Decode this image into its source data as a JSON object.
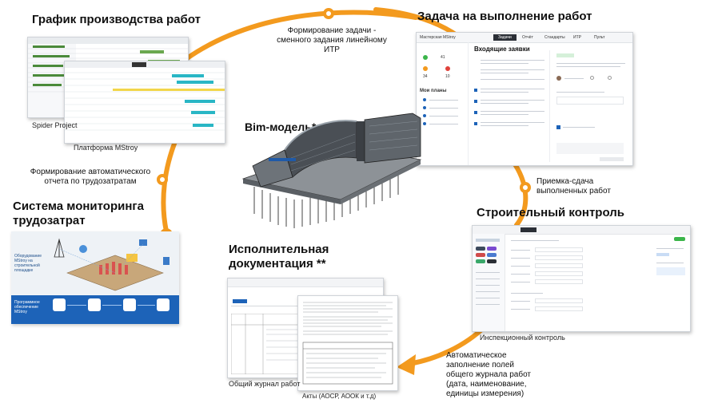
{
  "sections": {
    "schedule": {
      "title": "График производства работ",
      "caption_left": "Spider Project",
      "caption_right": "Платформа MStroy"
    },
    "task": {
      "title": "Задача на выполнение работ",
      "app_name": "Мастерская MStroy",
      "tabs": [
        "Задачи",
        "Отчёт",
        "Стандарты",
        "ИТР",
        "Пульт"
      ],
      "inbox_title": "Входящие заявки",
      "my_plans": "Мои планы",
      "stats": [
        "41",
        "34",
        "10"
      ]
    },
    "bim": {
      "title": "Bim-модель*"
    },
    "monitoring": {
      "title_line1": "Система мониторинга",
      "title_line2": "трудозатрат",
      "banner_line1": "Оборудование",
      "banner_line2": "MStroy на",
      "banner_line3": "строительной",
      "banner_line4": "площадке",
      "bottom_label_line1": "Программное",
      "bottom_label_line2": "обеспечение",
      "bottom_label_line3": "MStroy"
    },
    "docs": {
      "title_line1": "Исполнительная",
      "title_line2": "документация **",
      "caption_journal": "Общий журнал работ",
      "caption_acts": "Акты (АОСР, АООК и т.д)"
    },
    "control": {
      "title": "Строительный контроль",
      "caption": "Инспекционный контроль"
    }
  },
  "flow_labels": {
    "top_line1": "Формирование задачи -",
    "top_line2": "сменного задания линейному",
    "top_line3": "ИТР",
    "left_line1": "Формирование автоматического",
    "left_line2": "отчета по трудозатратам",
    "right_line1": "Приемка-сдача",
    "right_line2": "выполненных работ",
    "bottom_line1": "Автоматическое",
    "bottom_line2": "заполнение полей",
    "bottom_line3": "общего журнала работ",
    "bottom_line4": "(дата, наименование,",
    "bottom_line5": "единицы измерения)"
  },
  "colors": {
    "accent": "#f39a1e",
    "green": "#3bb54a",
    "blue": "#1d63b8"
  }
}
